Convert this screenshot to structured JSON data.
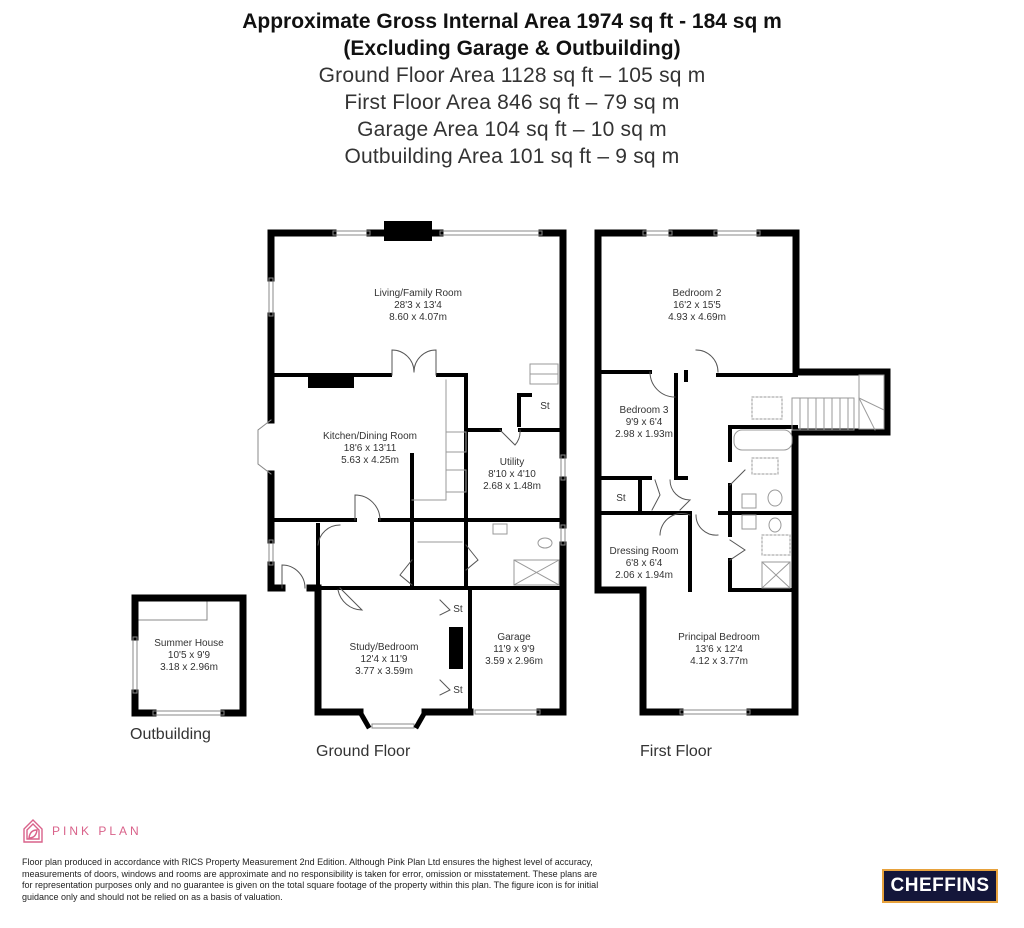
{
  "header": {
    "title_line1": "Approximate Gross Internal Area 1974 sq ft - 184 sq m",
    "title_line2": "(Excluding Garage & Outbuilding)",
    "areas": [
      "Ground Floor Area 1128 sq ft – 105 sq m",
      "First Floor Area 846 sq ft – 79 sq m",
      "Garage Area 104 sq ft – 10 sq m",
      "Outbuilding Area 101 sq ft – 9 sq m"
    ]
  },
  "ground_floor": {
    "label": "Ground Floor",
    "rooms": [
      {
        "name": "Living/Family Room",
        "imperial": "28'3 x 13'4",
        "metric": "8.60 x 4.07m"
      },
      {
        "name": "Kitchen/Dining Room",
        "imperial": "18'6 x 13'11",
        "metric": "5.63 x 4.25m"
      },
      {
        "name": "Utility",
        "imperial": "8'10 x 4'10",
        "metric": "2.68 x 1.48m"
      },
      {
        "name": "Study/Bedroom",
        "imperial": "12'4 x 11'9",
        "metric": "3.77 x 3.59m"
      },
      {
        "name": "Garage",
        "imperial": "11'9 x 9'9",
        "metric": "3.59 x 2.96m"
      }
    ],
    "storage_label": "St"
  },
  "outbuilding": {
    "label": "Outbuilding",
    "rooms": [
      {
        "name": "Summer House",
        "imperial": "10'5 x 9'9",
        "metric": "3.18 x 2.96m"
      }
    ]
  },
  "first_floor": {
    "label": "First Floor",
    "rooms": [
      {
        "name": "Bedroom 2",
        "imperial": "16'2 x 15'5",
        "metric": "4.93 x 4.69m"
      },
      {
        "name": "Bedroom 3",
        "imperial": "9'9 x 6'4",
        "metric": "2.98 x 1.93m"
      },
      {
        "name": "Dressing Room",
        "imperial": "6'8 x 6'4",
        "metric": "2.06 x 1.94m"
      },
      {
        "name": "Principal Bedroom",
        "imperial": "13'6 x 12'4",
        "metric": "4.12 x 3.77m"
      }
    ],
    "storage_label": "St"
  },
  "footer": {
    "brand": "PINK PLAN",
    "brand_color": "#d9628a",
    "disclaimer": "Floor plan produced in accordance with RICS Property Measurement 2nd Edition. Although Pink Plan Ltd ensures the highest level of accuracy, measurements of doors, windows and rooms are approximate and no responsibility is taken for error, omission or misstatement. These plans are for representation purposes only and no guarantee is given on the total square footage of the property within this plan. The figure icon is for initial guidance only and should not be relied on as a basis of valuation.",
    "agent_logo": "CHEFFINS",
    "agent_bg": "#14163a",
    "agent_border": "#e7a23d"
  }
}
